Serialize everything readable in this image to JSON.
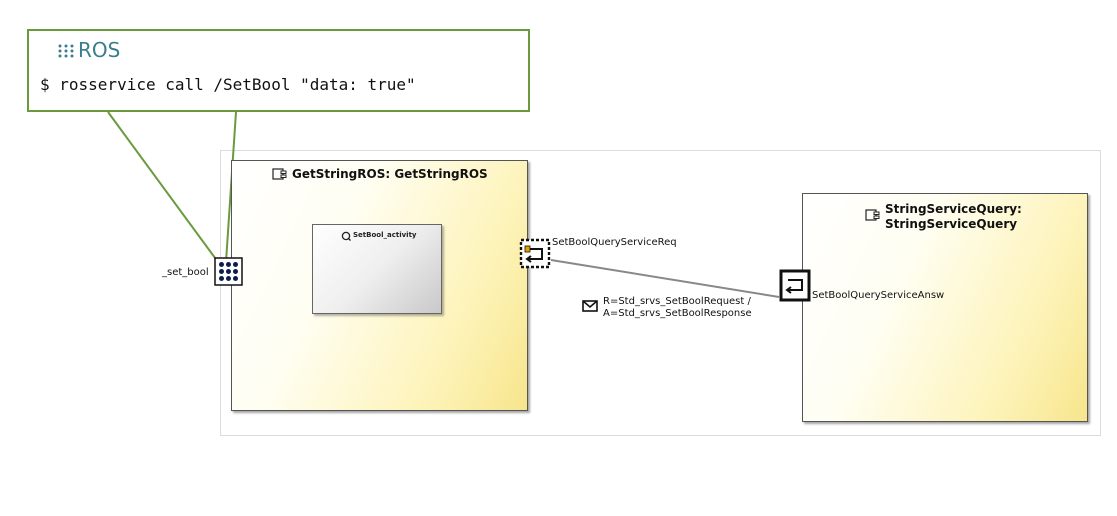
{
  "callout": {
    "title": "ROS",
    "command": "$ rosservice call /SetBool \"data: true\""
  },
  "components": {
    "left": {
      "title": "GetStringROS: GetStringROS"
    },
    "right": {
      "title_line1": "StringServiceQuery:",
      "title_line2": "StringServiceQuery"
    }
  },
  "activity": {
    "title": "SetBool_activity"
  },
  "ports": {
    "set_bool": "_set_bool",
    "req": "SetBoolQueryServiceReq",
    "answ": "SetBoolQueryServiceAnsw"
  },
  "message": {
    "line1": "R=Std_srvs_SetBoolRequest /",
    "line2": "A=Std_srvs_SetBoolResponse"
  },
  "colors": {
    "callout_border": "#6a9a3e",
    "ros_text": "#3a7e8e",
    "component_fill": "#fdf3b8"
  }
}
